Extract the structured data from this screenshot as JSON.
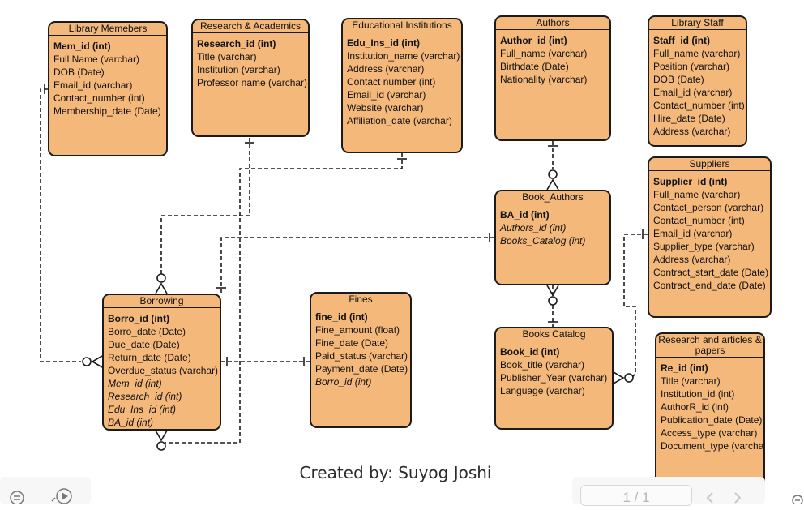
{
  "entities": [
    {
      "id": "members",
      "title": "Library Memebers",
      "fields": [
        {
          "t": "Mem_id (int)",
          "k": "pk"
        },
        {
          "t": "Full Name (varchar)"
        },
        {
          "t": "DOB (Date)"
        },
        {
          "t": "Email_id (varchar)"
        },
        {
          "t": "Contact_number (int)"
        },
        {
          "t": "Membership_date (Date)"
        }
      ]
    },
    {
      "id": "research",
      "title": "Research & Academics",
      "fields": [
        {
          "t": "Research_id (int)",
          "k": "pk"
        },
        {
          "t": "Title (varchar)"
        },
        {
          "t": "Institution (varchar)"
        },
        {
          "t": "Professor name (varchar)"
        }
      ]
    },
    {
      "id": "edu",
      "title": "Educational Institutions",
      "fields": [
        {
          "t": "Edu_Ins_id (int)",
          "k": "pk"
        },
        {
          "t": "Institution_name (varchar)"
        },
        {
          "t": "Address (varchar)"
        },
        {
          "t": "Contact number (int)"
        },
        {
          "t": "Email_id (varchar)"
        },
        {
          "t": "Website (varchar)"
        },
        {
          "t": "Affiliation_date (varchar)"
        }
      ]
    },
    {
      "id": "authors",
      "title": "Authors",
      "fields": [
        {
          "t": "Author_id (int)",
          "k": "pk"
        },
        {
          "t": "Full_name (varchar)"
        },
        {
          "t": "Birthdate (Date)"
        },
        {
          "t": "Nationality (varchar)"
        }
      ]
    },
    {
      "id": "staff",
      "title": "Library Staff",
      "fields": [
        {
          "t": "Staff_id (int)",
          "k": "pk"
        },
        {
          "t": "Full_name (varchar)"
        },
        {
          "t": "Position (varchar)"
        },
        {
          "t": "DOB (Date)"
        },
        {
          "t": "Email_id (varchar)"
        },
        {
          "t": "Contact_number (int)"
        },
        {
          "t": "Hire_date (Date)"
        },
        {
          "t": "Address (varchar)"
        }
      ]
    },
    {
      "id": "suppliers",
      "title": "Suppliers",
      "fields": [
        {
          "t": "Supplier_id (int)",
          "k": "pk"
        },
        {
          "t": "Full_name (varchar)"
        },
        {
          "t": "Contact_person (varchar)"
        },
        {
          "t": "Contact_number (int)"
        },
        {
          "t": "Email_id (varchar)"
        },
        {
          "t": "Supplier_type (varchar)"
        },
        {
          "t": "Address (varchar)"
        },
        {
          "t": "Contract_start_date (Date)"
        },
        {
          "t": "Contract_end_date (Date)"
        }
      ]
    },
    {
      "id": "book_authors",
      "title": "Book_Authors",
      "fields": [
        {
          "t": "BA_id (int)",
          "k": "pk"
        },
        {
          "t": "Authors_id (int)",
          "k": "fk"
        },
        {
          "t": "Books_Catalog (int)",
          "k": "fk"
        }
      ]
    },
    {
      "id": "borrowing",
      "title": "Borrowing",
      "fields": [
        {
          "t": "Borro_id (int)",
          "k": "pk"
        },
        {
          "t": "Borro_date (Date)"
        },
        {
          "t": "Due_date (Date)"
        },
        {
          "t": "Return_date (Date)"
        },
        {
          "t": "Overdue_status (varchar)"
        },
        {
          "t": "Mem_id (int)",
          "k": "fk"
        },
        {
          "t": "Research_id (int)",
          "k": "fk"
        },
        {
          "t": "Edu_Ins_id (int)",
          "k": "fk"
        },
        {
          "t": "BA_id (int)",
          "k": "fk"
        }
      ]
    },
    {
      "id": "fines",
      "title": "Fines",
      "fields": [
        {
          "t": "fine_id (int)",
          "k": "pk"
        },
        {
          "t": "Fine_amount (float)"
        },
        {
          "t": "Fine_date (Date)"
        },
        {
          "t": "Paid_status (varchar)"
        },
        {
          "t": "Payment_date (Date)"
        },
        {
          "t": "Borro_id (int)",
          "k": "fk"
        }
      ]
    },
    {
      "id": "catalog",
      "title": "Books Catalog",
      "fields": [
        {
          "t": "Book_id (int)",
          "k": "pk"
        },
        {
          "t": "Book_title (varchar)"
        },
        {
          "t": "Publisher_Year (varchar)"
        },
        {
          "t": "Language (varchar)"
        }
      ]
    },
    {
      "id": "papers",
      "title": "Research and articles & papers",
      "fields": [
        {
          "t": "Re_id (int)",
          "k": "pk"
        },
        {
          "t": "Title (varchar)"
        },
        {
          "t": "Institution_id (int)"
        },
        {
          "t": "AuthorR_id (int)"
        },
        {
          "t": "Publication_date (Date)"
        },
        {
          "t": "Access_type (varchar)"
        },
        {
          "t": "Document_type (varchar)"
        }
      ]
    }
  ],
  "relationships": [
    {
      "from": "members",
      "to": "borrowing",
      "from_end": "one",
      "to_end": "zero-or-many"
    },
    {
      "from": "research",
      "to": "borrowing",
      "from_end": "one",
      "to_end": "zero-or-many"
    },
    {
      "from": "edu",
      "to": "borrowing",
      "from_end": "one",
      "to_end": "zero-or-many"
    },
    {
      "from": "book_authors",
      "to": "borrowing",
      "from_end": "one",
      "to_end": "one"
    },
    {
      "from": "borrowing",
      "to": "fines",
      "from_end": "one",
      "to_end": "one"
    },
    {
      "from": "authors",
      "to": "book_authors",
      "from_end": "one",
      "to_end": "zero-or-many"
    },
    {
      "from": "book_authors",
      "to": "catalog",
      "from_end": "zero-or-many",
      "to_end": "one"
    },
    {
      "from": "suppliers",
      "to": "catalog",
      "from_end": "one",
      "to_end": "zero-or-many"
    }
  ],
  "footer": {
    "credit": "Created by: Suyog Joshi"
  },
  "viewer": {
    "page_indicator": "1 / 1",
    "menu_icon": "menu-icon",
    "play_icon": "play-icon",
    "prev_icon": "chevron-left-icon",
    "next_icon": "chevron-right-icon",
    "zoom_icon": "zoom-icon"
  },
  "colors": {
    "entity_fill": "#f4b87a",
    "stroke": "#1b1b1b"
  }
}
